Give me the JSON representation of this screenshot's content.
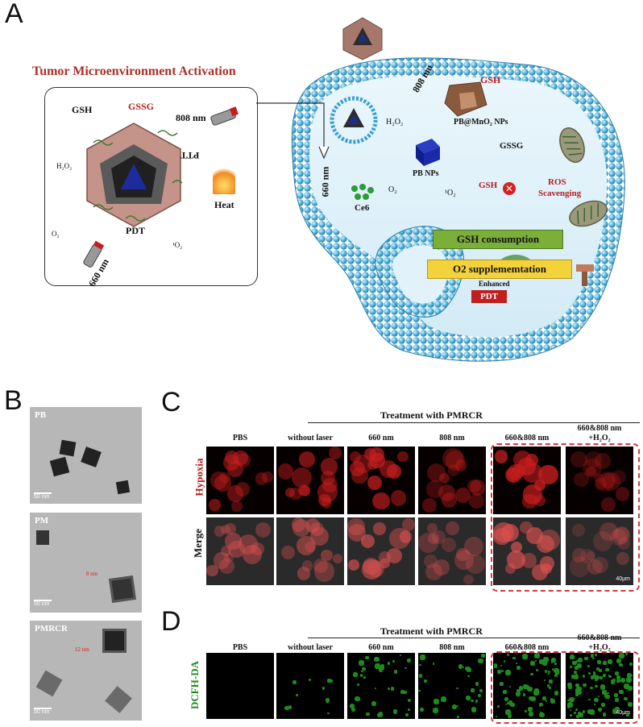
{
  "panels": {
    "a": "A",
    "b": "B",
    "c": "C",
    "d": "D"
  },
  "panel_a": {
    "title": "Tumor Microenvironment Activation",
    "inset": {
      "gsh": "GSH",
      "gssg": "GSSG",
      "nm808": "808 nm",
      "ptt": "PTT",
      "h2o2": "H₂O₂",
      "heat": "Heat",
      "pdt": "PDT",
      "nm660": "660 nm",
      "o2": "O₂",
      "o2_1": "¹O₂"
    },
    "cell": {
      "nm808": "808 nm",
      "gsh": "GSH",
      "pb_mno2": "PB@MnO₂ NPs",
      "h2o2": "H₂O₂",
      "gssg": "GSSG",
      "nm660": "660 nm",
      "pb_nps": "PB NPs",
      "o2": "O₂",
      "o2_1": "¹O₂",
      "gsh2": "GSH",
      "ros": "ROS",
      "scavenging": "Scavenging",
      "ce6": "Ce6",
      "gsh_consumption": "GSH consumption",
      "o2_supp": "O2 supplememtation",
      "enhanced": "Enhanced",
      "pdt": "PDT"
    }
  },
  "panel_b": {
    "images": [
      {
        "label": "PB",
        "scale": "50 nm",
        "note": ""
      },
      {
        "label": "PM",
        "scale": "50 nm",
        "note": "8 nm"
      },
      {
        "label": "PMRCR",
        "scale": "50 nm",
        "note": "12 nm"
      }
    ]
  },
  "panel_c": {
    "treatment": "Treatment with PMRCR",
    "columns": [
      "PBS",
      "without laser",
      "660 nm",
      "808 nm",
      "660&808 nm",
      "660&808 nm\n+H₂O₂"
    ],
    "rows": [
      "Hypoxia",
      "Merge"
    ],
    "scale": "40μm",
    "colors": {
      "hypoxia": "#b3201c",
      "merge": "#222222"
    }
  },
  "panel_d": {
    "treatment": "Treatment with PMRCR",
    "columns": [
      "PBS",
      "without laser",
      "660 nm",
      "808 nm",
      "660&808 nm",
      "660&808 nm\n+H₂O₂"
    ],
    "row": "DCFH-DA",
    "scale": "40μm",
    "density": [
      0,
      0.08,
      0.3,
      0.25,
      0.6,
      0.85
    ],
    "colors": {
      "dcfh": "#1e8a1e"
    }
  }
}
